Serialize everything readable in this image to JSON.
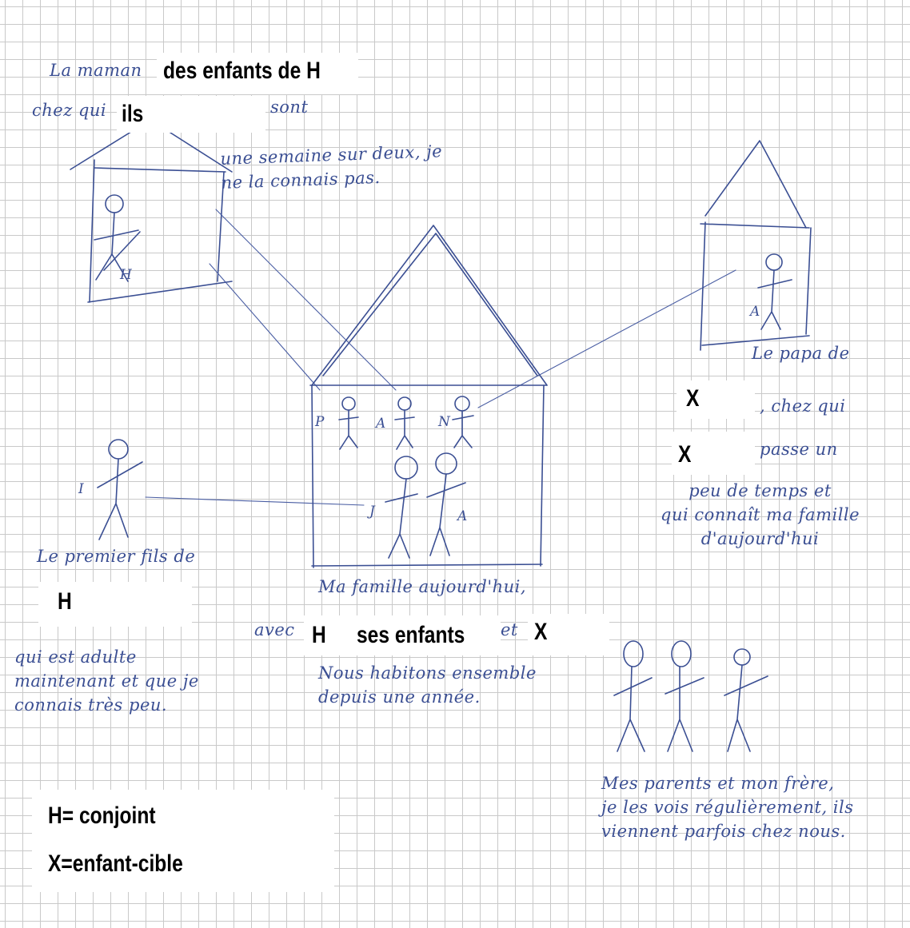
{
  "handwritten": {
    "top_left_line1": "La maman",
    "top_left_line2": "chez qui",
    "top_left_line2_end": "sont",
    "top_center": "une semaine sur deux, je\nne la connais pas.",
    "right_line1": "Le papa de",
    "right_line2": ", chez qui",
    "right_line3": "passe un",
    "right_line4": "peu de temps et\nqui connaît ma famille\nd'aujourd'hui",
    "left_line1": "Le premier fils de",
    "left_line3": "qui est adulte\nmaintenant et que je\nconnais très peu.",
    "center_line1": "Ma famille aujourd'hui,",
    "center_line2_start": "avec",
    "center_line2_mid": "et",
    "center_line3": "Nous habitons ensemble\ndepuis une année.",
    "bottom_right": "Mes parents et mon frère,\nje les vois régulièrement, ils\nviennent parfois chez nous."
  },
  "labels": {
    "top_enfants": "des enfants de H",
    "top_ils": "ils",
    "right_x1": "X",
    "right_x2": "X",
    "left_h": "H",
    "center_h": "H",
    "center_ses_enfants": "ses enfants",
    "center_x": "X"
  },
  "figure_letters": {
    "left_house_figure": "H",
    "right_house_figure": "A",
    "big_house_p": "P",
    "big_house_a1": "A",
    "big_house_n": "N",
    "big_house_j": "J",
    "big_house_a2": "A",
    "standalone_figure": "I"
  },
  "legend": {
    "line1": "H= conjoint",
    "line2": "X=enfant-cible"
  },
  "colors": {
    "ink": "#3b4f93",
    "grid": "#c9c9c9",
    "label_text": "#000000"
  }
}
